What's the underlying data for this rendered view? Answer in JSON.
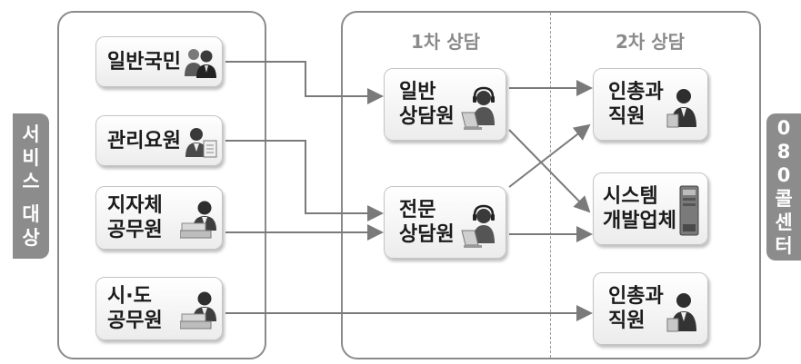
{
  "left_tab": {
    "chars": [
      "서",
      "비",
      "스",
      "",
      "대",
      "상"
    ]
  },
  "right_tab": {
    "chars": [
      "0",
      "8",
      "0",
      "콜",
      "센",
      "터"
    ]
  },
  "stages": {
    "first": "1차 상담",
    "second": "2차 상담"
  },
  "service_targets": [
    {
      "label": "일반국민",
      "icon": "people-icon"
    },
    {
      "label": "관리요원",
      "icon": "staff-document-icon"
    },
    {
      "label": "지자체\n공무원",
      "icon": "officer-desk-icon"
    },
    {
      "label": "시·도\n공무원",
      "icon": "officer-desk-icon"
    }
  ],
  "first_line": [
    {
      "label": "일반\n상담원",
      "icon": "headset-agent-icon"
    },
    {
      "label": "전문\n상담원",
      "icon": "headset-agent-icon"
    }
  ],
  "second_line": [
    {
      "label": "인총과\n직원",
      "icon": "staff-person-icon"
    },
    {
      "label": "시스템\n개발업체",
      "icon": "server-icon"
    },
    {
      "label": "인총과\n직원",
      "icon": "staff-person-icon"
    }
  ],
  "colors": {
    "frame": "#8a8a8a",
    "tab": "#8c8c8c",
    "arrow": "#7a7a7a"
  }
}
